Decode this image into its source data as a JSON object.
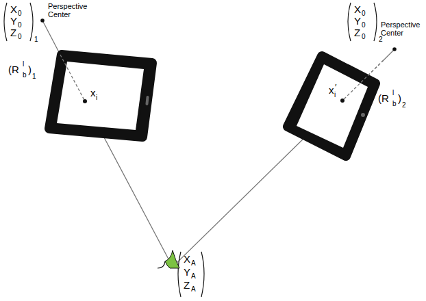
{
  "diagram": {
    "labels": [
      "X",
      "0",
      "Y",
      "0",
      "Z",
      "0",
      "1",
      "Perspective Center",
      "X",
      "0",
      "Y",
      "0",
      "Z",
      "0",
      "2",
      "Perspective Center",
      "(R",
      "l",
      "b",
      ")",
      "1",
      "x",
      "i",
      "(R",
      "l",
      "b",
      ")",
      "2",
      "x",
      "i",
      "′",
      "X",
      "A",
      "Y",
      "A",
      "Z",
      "A"
    ]
  }
}
